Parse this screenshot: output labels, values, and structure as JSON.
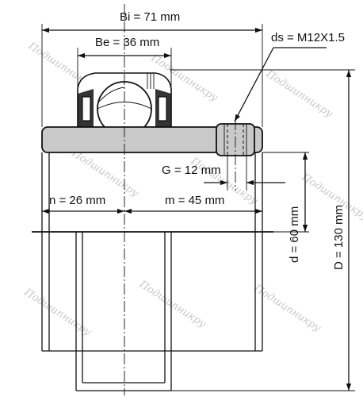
{
  "dimensions": {
    "bi": "Bi = 71 mm",
    "be": "Be = 36 mm",
    "ds": "ds = M12X1.5",
    "g": "G = 12 mm",
    "n": "n = 26 mm",
    "m": "m = 45 mm",
    "d": "d = 60 mm",
    "D": "D = 130 mm"
  },
  "watermark": "Подшипникру",
  "colors": {
    "housing": "#c9c9c9",
    "line": "#111111",
    "watermark": "#c8c8c8"
  }
}
